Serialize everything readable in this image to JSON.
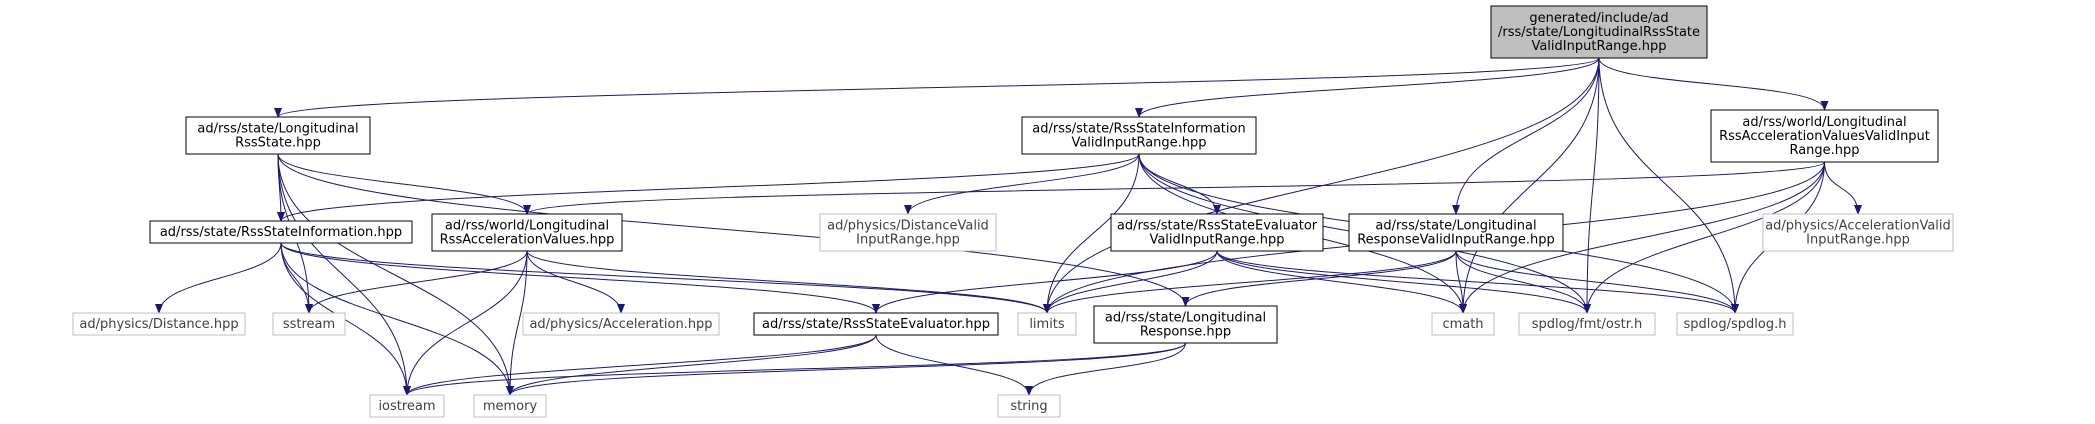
{
  "nodes": [
    {
      "id": "root",
      "lines": [
        "generated/include/ad",
        "/rss/state/LongitudinalRssState",
        "ValidInputRange.hpp"
      ],
      "style": "root"
    },
    {
      "id": "longrss",
      "lines": [
        "ad/rss/state/Longitudinal",
        "RssState.hpp"
      ],
      "style": "file"
    },
    {
      "id": "rssinfovalid",
      "lines": [
        "ad/rss/state/RssStateInformation",
        "ValidInputRange.hpp"
      ],
      "style": "file"
    },
    {
      "id": "accelvalid",
      "lines": [
        "ad/rss/world/Longitudinal",
        "RssAccelerationValuesValidInput",
        "Range.hpp"
      ],
      "style": "file"
    },
    {
      "id": "rssinfo",
      "lines": [
        "ad/rss/state/RssStateInformation.hpp"
      ],
      "style": "file"
    },
    {
      "id": "accelvalues",
      "lines": [
        "ad/rss/world/Longitudinal",
        "RssAccelerationValues.hpp"
      ],
      "style": "file"
    },
    {
      "id": "distvalid",
      "lines": [
        "ad/physics/DistanceValid",
        "InputRange.hpp"
      ],
      "style": "ext"
    },
    {
      "id": "evalvalid",
      "lines": [
        "ad/rss/state/RssStateEvaluator",
        "ValidInputRange.hpp"
      ],
      "style": "file"
    },
    {
      "id": "respvalid",
      "lines": [
        "ad/rss/state/Longitudinal",
        "ResponseValidInputRange.hpp"
      ],
      "style": "file"
    },
    {
      "id": "physaccelvalid",
      "lines": [
        "ad/physics/AccelerationValid",
        "InputRange.hpp"
      ],
      "style": "ext"
    },
    {
      "id": "distance",
      "lines": [
        "ad/physics/Distance.hpp"
      ],
      "style": "ext"
    },
    {
      "id": "sstream",
      "lines": [
        "sstream"
      ],
      "style": "ext"
    },
    {
      "id": "acceleration",
      "lines": [
        "ad/physics/Acceleration.hpp"
      ],
      "style": "ext"
    },
    {
      "id": "evaluator",
      "lines": [
        "ad/rss/state/RssStateEvaluator.hpp"
      ],
      "style": "file"
    },
    {
      "id": "limits",
      "lines": [
        "limits"
      ],
      "style": "ext"
    },
    {
      "id": "response",
      "lines": [
        "ad/rss/state/Longitudinal",
        "Response.hpp"
      ],
      "style": "file"
    },
    {
      "id": "cmath",
      "lines": [
        "cmath"
      ],
      "style": "ext"
    },
    {
      "id": "ostr",
      "lines": [
        "spdlog/fmt/ostr.h"
      ],
      "style": "ext"
    },
    {
      "id": "spdlog",
      "lines": [
        "spdlog/spdlog.h"
      ],
      "style": "ext"
    },
    {
      "id": "iostream",
      "lines": [
        "iostream"
      ],
      "style": "ext"
    },
    {
      "id": "memory",
      "lines": [
        "memory"
      ],
      "style": "ext"
    },
    {
      "id": "string",
      "lines": [
        "string"
      ],
      "style": "ext"
    }
  ],
  "edges": [
    {
      "from": "root",
      "to": "longrss"
    },
    {
      "from": "root",
      "to": "limits"
    },
    {
      "from": "root",
      "to": "rssinfovalid"
    },
    {
      "from": "root",
      "to": "accelvalid"
    },
    {
      "from": "root",
      "to": "respvalid"
    },
    {
      "from": "root",
      "to": "cmath"
    },
    {
      "from": "root",
      "to": "ostr"
    },
    {
      "from": "root",
      "to": "spdlog"
    },
    {
      "from": "longrss",
      "to": "rssinfo"
    },
    {
      "from": "longrss",
      "to": "accelvalues"
    },
    {
      "from": "longrss",
      "to": "sstream"
    },
    {
      "from": "longrss",
      "to": "iostream"
    },
    {
      "from": "longrss",
      "to": "memory"
    },
    {
      "from": "longrss",
      "to": "response"
    },
    {
      "from": "rssinfovalid",
      "to": "rssinfo"
    },
    {
      "from": "rssinfovalid",
      "to": "distvalid"
    },
    {
      "from": "rssinfovalid",
      "to": "evalvalid"
    },
    {
      "from": "rssinfovalid",
      "to": "limits"
    },
    {
      "from": "rssinfovalid",
      "to": "cmath"
    },
    {
      "from": "rssinfovalid",
      "to": "ostr"
    },
    {
      "from": "rssinfovalid",
      "to": "spdlog"
    },
    {
      "from": "accelvalid",
      "to": "accelvalues"
    },
    {
      "from": "accelvalid",
      "to": "physaccelvalid"
    },
    {
      "from": "accelvalid",
      "to": "limits"
    },
    {
      "from": "accelvalid",
      "to": "cmath"
    },
    {
      "from": "accelvalid",
      "to": "ostr"
    },
    {
      "from": "accelvalid",
      "to": "spdlog"
    },
    {
      "from": "rssinfo",
      "to": "distance"
    },
    {
      "from": "rssinfo",
      "to": "sstream"
    },
    {
      "from": "rssinfo",
      "to": "evaluator"
    },
    {
      "from": "rssinfo",
      "to": "limits"
    },
    {
      "from": "rssinfo",
      "to": "iostream"
    },
    {
      "from": "rssinfo",
      "to": "memory"
    },
    {
      "from": "accelvalues",
      "to": "acceleration"
    },
    {
      "from": "accelvalues",
      "to": "sstream"
    },
    {
      "from": "accelvalues",
      "to": "limits"
    },
    {
      "from": "accelvalues",
      "to": "iostream"
    },
    {
      "from": "accelvalues",
      "to": "memory"
    },
    {
      "from": "evalvalid",
      "to": "evaluator"
    },
    {
      "from": "evalvalid",
      "to": "limits"
    },
    {
      "from": "evalvalid",
      "to": "cmath"
    },
    {
      "from": "evalvalid",
      "to": "ostr"
    },
    {
      "from": "evalvalid",
      "to": "spdlog"
    },
    {
      "from": "respvalid",
      "to": "response"
    },
    {
      "from": "respvalid",
      "to": "limits"
    },
    {
      "from": "respvalid",
      "to": "cmath"
    },
    {
      "from": "respvalid",
      "to": "ostr"
    },
    {
      "from": "respvalid",
      "to": "spdlog"
    },
    {
      "from": "evaluator",
      "to": "iostream"
    },
    {
      "from": "evaluator",
      "to": "memory"
    },
    {
      "from": "evaluator",
      "to": "string"
    },
    {
      "from": "response",
      "to": "iostream"
    },
    {
      "from": "response",
      "to": "memory"
    },
    {
      "from": "response",
      "to": "string"
    }
  ],
  "colors": {
    "edge": "#191970",
    "root_fill": "#bfbfbf",
    "file_border": "#000000",
    "ext_border": "#bfbfbf",
    "ext_text": "#404040",
    "text": "#000000"
  }
}
